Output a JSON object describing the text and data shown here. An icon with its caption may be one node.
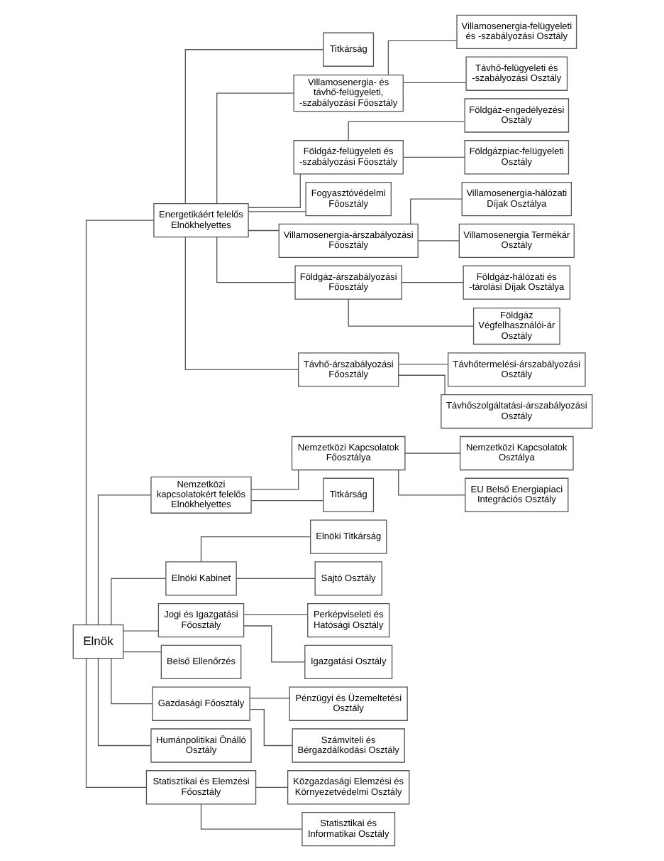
{
  "diagram": {
    "nodes": [
      {
        "text": [
          "Elnök"
        ]
      },
      {
        "text": [
          "Energetikáért felelős Elnökhelyettes"
        ]
      },
      {
        "text": [
          "Nemzetközi kapcsolatokért felelős Elnökhelyettes"
        ]
      },
      {
        "text": [
          "Titkárság"
        ]
      },
      {
        "text": [
          "Nemzetközi Kapcsolatok Főosztálya"
        ]
      },
      {
        "text": [
          "Titkárság"
        ]
      },
      {
        "text": [
          "Nemzetközi Kapcsolatok Osztálya"
        ]
      },
      {
        "text": [
          "EU Belső Energiapiaci Integrációs Osztály"
        ]
      },
      {
        "text": [
          "Elnöki Kabinet"
        ]
      },
      {
        "text": [
          "Elnöki Titkárság"
        ]
      },
      {
        "text": [
          "Sajtó Osztály"
        ]
      },
      {
        "text": [
          "Jogi és Igazgatási Főosztály"
        ]
      },
      {
        "text": [
          "Perképviseleti és Hatósági Osztály"
        ]
      },
      {
        "text": [
          "Igazgatási Osztály"
        ]
      },
      {
        "text": [
          "Belső Ellenőrzés"
        ]
      },
      {
        "text": [
          "Villamosenergia- és távhő-felügyeleti, -szabályozási Főosztály"
        ]
      },
      {
        "text": [
          "Villamosenergia-felügyeleti és -szabályozási Osztály"
        ]
      },
      {
        "text": [
          "Távhő-felügyeleti és -szabályozási Osztály"
        ]
      },
      {
        "text": [
          "Földgáz-felügyeleti és -szabályozási Főosztály"
        ]
      },
      {
        "text": [
          "Földgáz-engedélyezési Osztály"
        ]
      },
      {
        "text": [
          "Földgázpiac-felügyeleti Osztály"
        ]
      },
      {
        "text": [
          "Fogyasztóvédelmi Főosztály"
        ]
      },
      {
        "text": [
          "Villamosenergia-árszabályozási Főosztály"
        ]
      },
      {
        "text": [
          "Villamosenergia-hálózati Díjak Osztálya"
        ]
      },
      {
        "text": [
          "Villamosenergia Termékár Osztály"
        ]
      },
      {
        "text": [
          "Földgáz-árszabályozási Főosztály"
        ]
      },
      {
        "text": [
          "Földgáz-hálózati és -tárolási Díjak Osztálya"
        ]
      },
      {
        "text": [
          "Földgáz Végfelhasználói-ár Osztály"
        ]
      },
      {
        "text": [
          "Távhő-árszabályozási Főosztály"
        ]
      },
      {
        "text": [
          "Távhőtermelési-árszabályozási Osztály"
        ]
      },
      {
        "text": [
          "Távhőszolgáltatási-árszabályozási Osztály"
        ]
      },
      {
        "text": [
          "Gazdasági Főosztály"
        ]
      },
      {
        "text": [
          "Pénzügyi és Üzemeltetési Osztály"
        ]
      },
      {
        "text": [
          "Számviteli és Bérgazdálkodási Osztály"
        ]
      },
      {
        "text": [
          "Humánpolitikai Önálló Osztály"
        ]
      },
      {
        "text": [
          "Statisztikai és Elemzési Főosztály"
        ]
      },
      {
        "text": [
          "Közgazdasági Elemzési és Környezetvédelmi Osztály"
        ]
      },
      {
        "text": [
          "Statisztikai és Informatikai Osztály"
        ]
      }
    ],
    "edges": [
      {
        "from": 0,
        "to": 1,
        "arrow": "none"
      },
      {
        "from": 0,
        "to": 2,
        "arrow": "none"
      },
      {
        "from": 1,
        "to": 3,
        "arrow": "none"
      },
      {
        "from": 2,
        "to": 4,
        "arrow": "none"
      },
      {
        "from": 2,
        "to": 5,
        "arrow": "none"
      },
      {
        "from": 4,
        "to": 6,
        "arrow": "none"
      },
      {
        "from": 4,
        "to": 7,
        "arrow": "none"
      },
      {
        "from": 0,
        "to": 8,
        "arrow": "none"
      },
      {
        "from": 8,
        "to": 9,
        "arrow": "none"
      },
      {
        "from": 8,
        "to": 10,
        "arrow": "none"
      },
      {
        "from": 0,
        "to": 11,
        "arrow": "none"
      },
      {
        "from": 11,
        "to": 12,
        "arrow": "none"
      },
      {
        "from": 11,
        "to": 13,
        "arrow": "none"
      },
      {
        "from": 0,
        "to": 14,
        "arrow": "none"
      },
      {
        "from": 1,
        "to": 15,
        "arrow": "none"
      },
      {
        "from": 15,
        "to": 16,
        "arrow": "none"
      },
      {
        "from": 15,
        "to": 17,
        "arrow": "none"
      },
      {
        "from": 1,
        "to": 18,
        "arrow": "none"
      },
      {
        "from": 18,
        "to": 19,
        "arrow": "none"
      },
      {
        "from": 18,
        "to": 20,
        "arrow": "none"
      },
      {
        "from": 1,
        "to": 21,
        "arrow": "none"
      },
      {
        "from": 1,
        "to": 22,
        "arrow": "none"
      },
      {
        "from": 22,
        "to": 23,
        "arrow": "none"
      },
      {
        "from": 22,
        "to": 24,
        "arrow": "none"
      },
      {
        "from": 1,
        "to": 25,
        "arrow": "none"
      },
      {
        "from": 25,
        "to": 26,
        "arrow": "none"
      },
      {
        "from": 25,
        "to": 27,
        "arrow": "none"
      },
      {
        "from": 1,
        "to": 28,
        "arrow": "none"
      },
      {
        "from": 28,
        "to": 29,
        "arrow": "none"
      },
      {
        "from": 28,
        "to": 30,
        "arrow": "none"
      },
      {
        "from": 0,
        "to": 31,
        "arrow": "none"
      },
      {
        "from": 31,
        "to": 32,
        "arrow": "none"
      },
      {
        "from": 31,
        "to": 33,
        "arrow": "none"
      },
      {
        "from": 0,
        "to": 34,
        "arrow": "none"
      },
      {
        "from": 0,
        "to": 35,
        "arrow": "none"
      },
      {
        "from": 35,
        "to": 36,
        "arrow": "none"
      },
      {
        "from": 35,
        "to": 37,
        "arrow": "none"
      }
    ]
  }
}
